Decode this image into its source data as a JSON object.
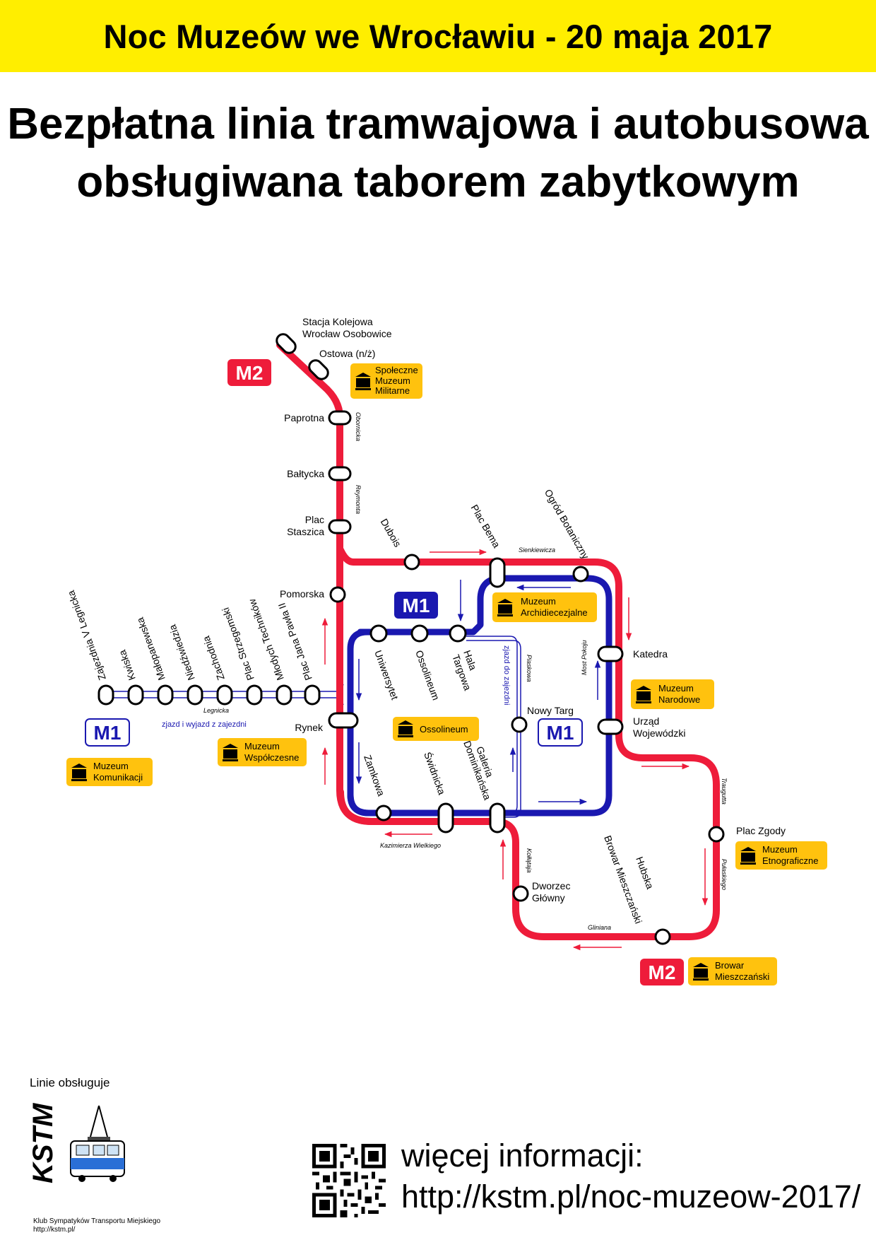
{
  "banner": {
    "title": "Noc Muzeów we Wrocławiu - 20 maja 2017"
  },
  "headline": {
    "line1": "Bezpłatna linia tramwajowa i autobusowa",
    "line2": "obsługiwana taborem zabytkowym"
  },
  "colors": {
    "banner_yellow": "#ffee00",
    "red_line": "#ee1c3a",
    "blue_line": "#1a18b0",
    "museum_yellow": "#ffc20e"
  },
  "map": {
    "lines": [
      {
        "id": "m2-red",
        "badge": "M2"
      },
      {
        "id": "m1-blue",
        "badge": "M1"
      }
    ],
    "stops": [
      {
        "id": "osobowice",
        "label": "Stacja Kolejowa\nWrocław Osobowice"
      },
      {
        "id": "ostowa",
        "label": "Ostowa (n/ż)"
      },
      {
        "id": "paprotna",
        "label": "Paprotna"
      },
      {
        "id": "baltycka",
        "label": "Bałtycka"
      },
      {
        "id": "plac-staszica",
        "label": "Plac\nStaszica"
      },
      {
        "id": "pomorska",
        "label": "Pomorska"
      },
      {
        "id": "rynek",
        "label": "Rynek"
      },
      {
        "id": "dubois",
        "label": "Dubois"
      },
      {
        "id": "plac-bema",
        "label": "Plac Bema"
      },
      {
        "id": "ogrod-botaniczny",
        "label": "Ogród Botaniczny"
      },
      {
        "id": "katedra",
        "label": "Katedra"
      },
      {
        "id": "urzad-wojewodzki",
        "label": "Urząd\nWojewódzki"
      },
      {
        "id": "nowy-targ",
        "label": "Nowy Targ"
      },
      {
        "id": "uniwersytet",
        "label": "Uniwersytet"
      },
      {
        "id": "ossolineum-stop",
        "label": "Ossolineum"
      },
      {
        "id": "hala-targowa",
        "label": "Hala\nTargowa"
      },
      {
        "id": "zamkowa",
        "label": "Zamkowa"
      },
      {
        "id": "swidnicka",
        "label": "Świdnicka"
      },
      {
        "id": "galeria-dominikanska",
        "label": "Galeria\nDominikańska"
      },
      {
        "id": "dworzec-glowny",
        "label": "Dworzec\nGłówny"
      },
      {
        "id": "plac-zgody",
        "label": "Plac Zgody"
      },
      {
        "id": "hubska",
        "label": "Hubska\nBrowar Mieszczański"
      },
      {
        "id": "zajezdnia",
        "label": "Zajezdnia V Legnicka"
      },
      {
        "id": "kwiska",
        "label": "Kwiska"
      },
      {
        "id": "malopanewska",
        "label": "Małopanewska"
      },
      {
        "id": "niedzwiedzia",
        "label": "Niedźwiedzia"
      },
      {
        "id": "zachodnia",
        "label": "Zachodnia"
      },
      {
        "id": "plac-strzegomski",
        "label": "Plac Strzegomski"
      },
      {
        "id": "mlodych-technikow",
        "label": "Młodych Techników"
      },
      {
        "id": "plac-jana-pawla",
        "label": "Plac Jana Pawła II"
      }
    ],
    "streets": [
      {
        "id": "obornicka",
        "label": "Obornicka"
      },
      {
        "id": "reymonta",
        "label": "Reymonta"
      },
      {
        "id": "sienkiewicza",
        "label": "Sienkiewicza"
      },
      {
        "id": "piaskowa",
        "label": "Piaskowa"
      },
      {
        "id": "most-pokoju",
        "label": "Most Pokoju"
      },
      {
        "id": "traugutta",
        "label": "Traugutta"
      },
      {
        "id": "pulaskiego",
        "label": "Pułaskiego"
      },
      {
        "id": "gliniana",
        "label": "Gliniana"
      },
      {
        "id": "kollataja",
        "label": "Kołłątaja"
      },
      {
        "id": "kazimierza-wielkiego",
        "label": "Kazimierza Wielkiego"
      },
      {
        "id": "legnicka",
        "label": "Legnicka"
      }
    ],
    "notes": [
      {
        "id": "zjazd-wyjazd",
        "label": "zjazd i wyjazd z zajezdni"
      },
      {
        "id": "zjazd-do",
        "label": "zjazd do zajezdni"
      }
    ],
    "museums": [
      {
        "id": "spoleczne",
        "label": "Społeczne\nMuzeum\nMilitarne"
      },
      {
        "id": "archidiecezjalne",
        "label": "Muzeum\nArchidiecezjalne"
      },
      {
        "id": "narodowe",
        "label": "Muzeum\nNarodowe"
      },
      {
        "id": "ossolineum",
        "label": "Ossolineum"
      },
      {
        "id": "wspolczesne",
        "label": "Muzeum\nWspółczesne"
      },
      {
        "id": "komunikacji",
        "label": "Muzeum\nKomunikacji"
      },
      {
        "id": "etnograficzne",
        "label": "Muzeum\nEtnograficzne"
      },
      {
        "id": "browar",
        "label": "Browar\nMieszczański"
      }
    ]
  },
  "footer": {
    "operator_label": "Linie obsługuje",
    "logo_text": "KSTM",
    "club_name": "Klub Sympatyków Transportu Miejskiego",
    "club_url": "http://kstm.pl/",
    "info_label": "więcej informacji:",
    "info_url": "http://kstm.pl/noc-muzeow-2017/"
  }
}
